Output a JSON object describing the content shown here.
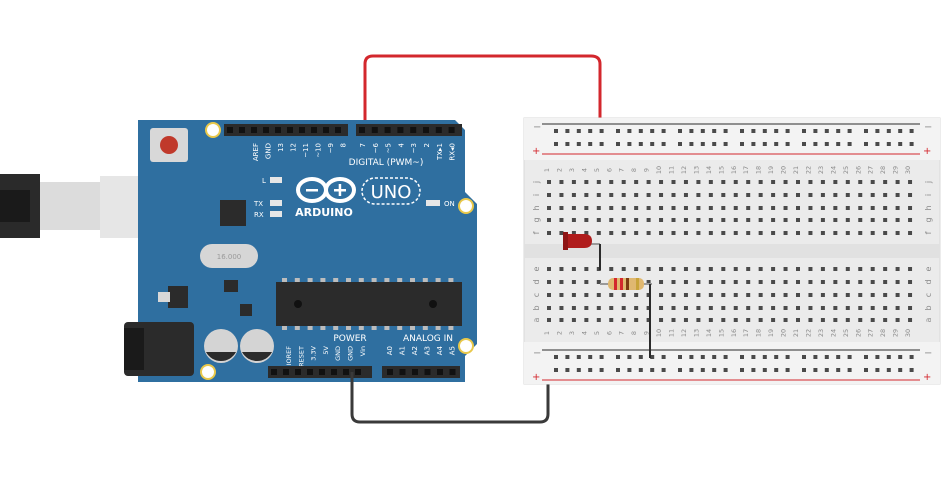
{
  "arduino": {
    "brand": "ARDUINO",
    "model": "UNO",
    "on_label": "ON",
    "l_label": "L",
    "tx_label": "TX",
    "rx_label": "RX",
    "digital_label": "DIGITAL (PWM~)",
    "power_label": "POWER",
    "analog_label": "ANALOG IN",
    "crystal_label": "16.000",
    "digital_pins": [
      "AREF",
      "GND",
      "13",
      "12",
      "~11",
      "~10",
      "~9",
      "8",
      "7",
      "~6",
      "~5",
      "4",
      "~3",
      "2",
      "TX▸1",
      "RX◂0"
    ],
    "power_pins": [
      "IOREF",
      "RESET",
      "3.3V",
      "5V",
      "GND",
      "GND",
      "Vin"
    ],
    "analog_pins": [
      "A0",
      "A1",
      "A2",
      "A3",
      "A4",
      "A5"
    ],
    "colors": {
      "board": "#2f6fa0",
      "header": "#2b2b2b"
    }
  },
  "breadboard": {
    "columns": 30,
    "top_rows": [
      "j",
      "i",
      "h",
      "g",
      "f"
    ],
    "bottom_rows": [
      "e",
      "d",
      "c",
      "b",
      "a"
    ],
    "rail_minus": "−",
    "rail_plus": "+",
    "column_numbers": [
      "1",
      "2",
      "3",
      "4",
      "5",
      "6",
      "7",
      "8",
      "9",
      "10",
      "11",
      "12",
      "13",
      "14",
      "15",
      "16",
      "17",
      "18",
      "19",
      "20",
      "21",
      "22",
      "23",
      "24",
      "25",
      "26",
      "27",
      "28",
      "29",
      "30"
    ]
  },
  "components": {
    "led_color": "#b01c1c",
    "resistor_color": "#e0b870",
    "wire_red": "#d3272d",
    "wire_black": "#3a3a3a"
  }
}
